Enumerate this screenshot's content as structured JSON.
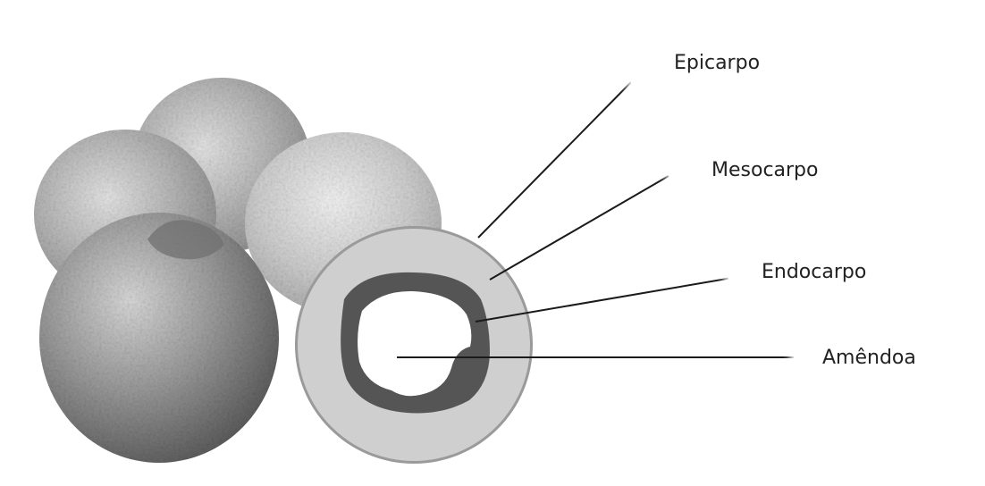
{
  "labels": {
    "epicarp": "Epicarpo",
    "mesocarp": "Mesocarpo",
    "endocarp": "Endocarpo",
    "kernel": "Amêndoa"
  },
  "colors": {
    "background": "#ffffff",
    "mesocarp": "#cfcfcf",
    "endocarp": "#555555",
    "kernel": "#ffffff",
    "fruit_dark": "#6a6a6a",
    "fruit_light": "#c9c9c9",
    "leader_line": "#1a1a1a"
  }
}
